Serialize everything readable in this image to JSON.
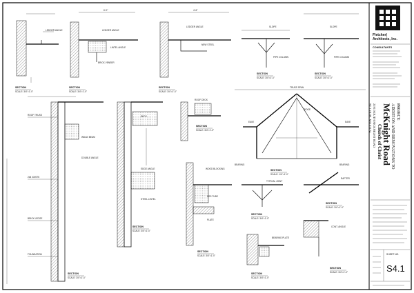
{
  "firm": {
    "name_line1": "Fletcher|",
    "name_line2": "Architects, Inc."
  },
  "consultants_heading": "CONSULTANTS",
  "project": {
    "heading": "PROJECT:",
    "line1": "ADDITION AND RENOVATIONS TO",
    "name": "McKnight Road",
    "subtitle": "Church of Christ",
    "address1": "2191 SOUTH MCKNIGHT ROAD",
    "address2": "ST. LOUIS, MO 63124"
  },
  "sheet": {
    "label": "SHEET NO.",
    "number": "S4.1"
  },
  "details": [
    {
      "title": "SECTION"
    },
    {
      "title": "SECTION"
    },
    {
      "title": "SECTION"
    },
    {
      "title": "SECTION"
    },
    {
      "title": "SECTION"
    },
    {
      "title": "SECTION"
    },
    {
      "title": "SECTION"
    },
    {
      "title": "SECTION"
    },
    {
      "title": "SECTION"
    },
    {
      "title": "SECTION"
    },
    {
      "title": "SECTION"
    },
    {
      "title": "SECTION"
    },
    {
      "title": "SECTION"
    },
    {
      "title": "SECTION"
    }
  ]
}
